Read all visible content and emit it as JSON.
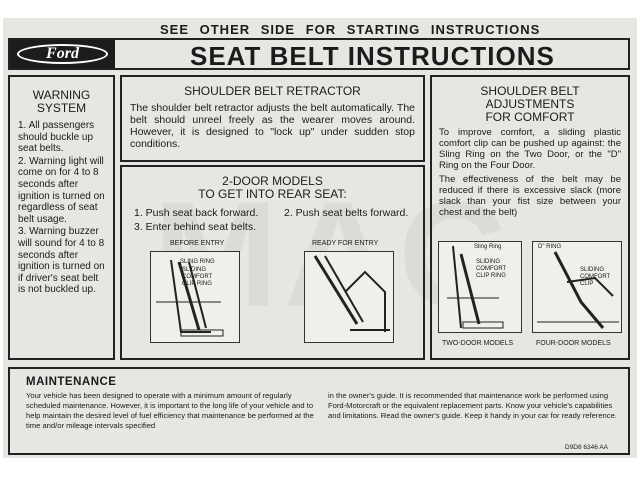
{
  "header": {
    "top_note": "SEE OTHER SIDE FOR STARTING INSTRUCTIONS",
    "logo": "Ford",
    "title": "SEAT BELT INSTRUCTIONS"
  },
  "watermark": "MAC",
  "warning": {
    "heading_1": "WARNING",
    "heading_2": "SYSTEM",
    "items": [
      "1. All passengers should buckle up seat belts.",
      "2. Warning light will come on for 4 to 8 seconds after ignition is turned on regardless of seat belt usage.",
      "3. Warning buzzer will sound for 4 to 8 seconds after ignition is turned on if driver's seat belt is not buckled up."
    ]
  },
  "retractor": {
    "heading": "SHOULDER BELT RETRACTOR",
    "body": "The shoulder belt retractor adjusts the belt automatically. The belt should unreel freely as the wearer moves around. However, it is designed to \"lock up\" under sudden stop conditions."
  },
  "two_door": {
    "heading_1": "2-DOOR MODELS",
    "heading_2": "TO GET INTO REAR SEAT:",
    "step_1": "1. Push seat back forward.",
    "step_2": "2. Push seat belts forward.",
    "step_3": "3. Enter behind seat belts.",
    "fig_before": "BEFORE ENTRY",
    "fig_ready": "READY FOR ENTRY",
    "callout_sling": "SLING RING",
    "callout_clip_1": "SLIDING",
    "callout_clip_2": "COMFORT",
    "callout_clip_3": "CLIP RING"
  },
  "adjustments": {
    "heading_1": "SHOULDER BELT",
    "heading_2": "ADJUSTMENTS",
    "heading_3": "FOR COMFORT",
    "para_1": "To improve comfort, a sliding plastic comfort clip can be pushed up against: the Sling Ring on the Two Door, or the \"D\" Ring on the Four Door.",
    "para_2": "The effectiveness of the belt may be reduced if there is excessive slack (more slack than your fist size between your chest and the belt)",
    "callout_sling": "Sling Ring",
    "callout_comfort_1": "SLIDING",
    "callout_comfort_2": "COMFORT",
    "callout_comfort_3": "CLIP RING",
    "callout_d_ring": "D\" RING",
    "callout_4door_1": "SLIDING",
    "callout_4door_2": "COMFORT",
    "callout_4door_3": "CLIP",
    "caption_two": "TWO-DOOR MODELS",
    "caption_four": "FOUR-DOOR MODELS"
  },
  "maintenance": {
    "heading": "MAINTENANCE",
    "col_1": "Your vehicle has been designed to operate with a minimum amount of regularly scheduled maintenance. However, it is important to the long life of your vehicle and to help maintain the desired level of fuel efficiency that maintenance be performed at the time and/or mileage intervals specified",
    "col_2": "in the owner's guide. It is recommended that maintenance work be performed using Ford-Motorcraft or the equivalent replacement parts. Know your vehicle's capabilities and limitations. Read the owner's guide. Keep it handy in your car for ready reference."
  },
  "part_number": "D9D8 6346 AA"
}
